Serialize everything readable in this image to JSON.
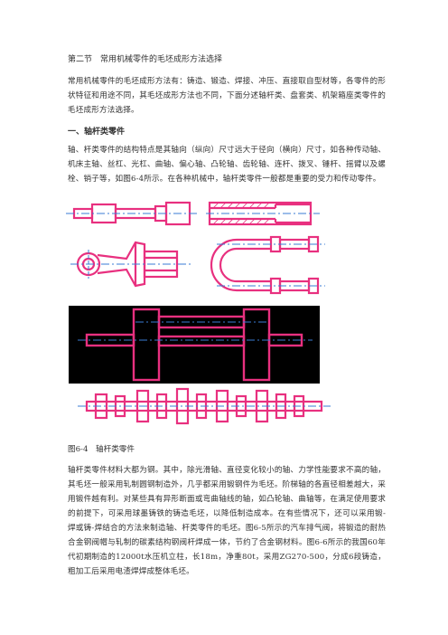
{
  "section_title": "第二节　常用机械零件的毛坯成形方法选择",
  "intro": "常用机械零件的毛坯成形方法有：铸造、锻造、焊接、冲压、直接取自型材等，各零件的形状特征和用途不同，其毛坯成形方法也不同，下面分述轴杆类、盘套类、机架箱座类零件的毛坯成形方法选择。",
  "heading_1": "一、轴杆类零件",
  "para_1": "轴、杆类零件的结构特点是其轴向（纵向）尺寸远大于径向（横向）尺寸，如各种传动轴、机床主轴、丝杠、光杠、曲轴、偏心轴、凸轮轴、齿轮轴、连杆、拨叉、锤杆、摇臂以及螺栓、销子等，如图6-4所示。在各种机械中，轴杆类零件一般都是重要的受力和传动零件。",
  "figure_caption": "图6-4　轴杆类零件",
  "para_2": "轴杆类零件材料大都为钢。其中，除光滑轴、直径变化较小的轴、力学性能要求不高的轴，其毛坯一般采用轧制圆钢制造外，几乎都采用锻钢件为毛坯。阶梯轴的各直径相差越大，采用锻件越有利。对某些具有异形断面或弯曲轴线的轴，如凸轮轴、曲轴等，在满足使用要求的前提下，可采用球墨铸铁的铸造毛坯，以降低制造成本。在有些情况下，还可以采用锻-焊或铸-焊结合的方法来制造轴、杆类零件的毛坯。图6-5所示的汽车排气阀，将锻造的耐热合金钢阀帽与轧制的碳素结构钢阀杆焊成一体，节约了合金钢材料。图6-6所示的我国60年代初期制造的12000t水压机立柱，长18m，净重80t，采用ZG270-500，分成6段铸造，粗加工后采用电渣焊焊成整体毛坯。",
  "colors": {
    "outline": "#e8307f",
    "axis": "#3a7bd5",
    "dark_bg": "#000000",
    "hatch": "#e8307f"
  }
}
